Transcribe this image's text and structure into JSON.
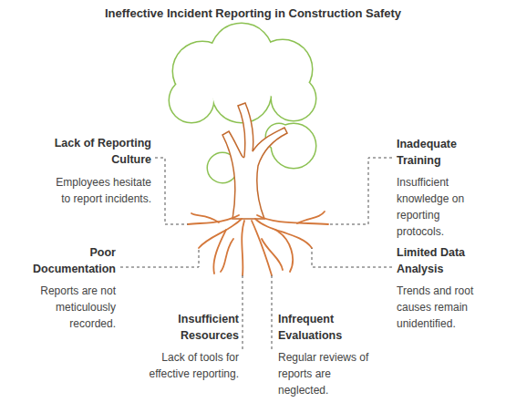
{
  "diagram": {
    "title": "Ineffective Incident Reporting in Construction Safety",
    "labels": [
      "Lack of Reporting Culture",
      "Employees hesitate to report incidents.",
      "Inadequate Training",
      "Insufficient knowledge on reporting protocols.",
      "Poor Documentation",
      "Reports are not meticulously recorded.",
      "Limited Data Analysis",
      "Trends and root causes remain unidentified.",
      "Insufficient Resources",
      "Lack of tools for effective reporting.",
      "Infrequent Evaluations",
      "Regular reviews of reports are neglected."
    ]
  }
}
